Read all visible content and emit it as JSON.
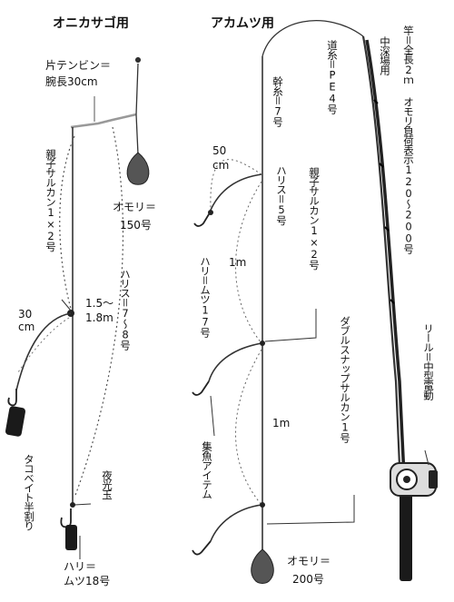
{
  "sections": {
    "left_title": "オニカサゴ用",
    "middle_title": "アカムツ用"
  },
  "left_rig": {
    "tenbin": "片テンビン＝",
    "arm_length": "腕長30cm",
    "swivel": "親子サルカン1×2号",
    "branch_length_num": "30",
    "branch_length_unit": "cm",
    "harisu_length_1": "1.5～",
    "harisu_length_2": "1.8m",
    "harisu": "ハリス＝7～8号",
    "sinker_1": "オモリ＝",
    "sinker_2": "150号",
    "bait": "タコベイト半割り",
    "glow_bead": "夜光玉",
    "hook_1": "ハリ＝",
    "hook_2": "ムツ18号"
  },
  "middle_rig": {
    "mainline_branch": "幹糸＝7号",
    "harisu": "ハリス＝5号",
    "branch_length_num": "50",
    "branch_length_unit": "cm",
    "swivel": "親子サルカン1×2号",
    "spacing_1": "1m",
    "hook": "ハリ＝ムツ17号",
    "spacing_2": "1m",
    "attractor": "集魚アイテム",
    "double_snap": "ダブルスナップサルカン1号",
    "sinker_1": "オモリ＝",
    "sinker_2": "200号"
  },
  "right_tackle": {
    "line": "道糸＝PE4号",
    "rod_use": "中深場用",
    "rod": "竿＝全長2ｍ オモリ負荷表示120～200号",
    "reel": "リール＝中型電動"
  }
}
